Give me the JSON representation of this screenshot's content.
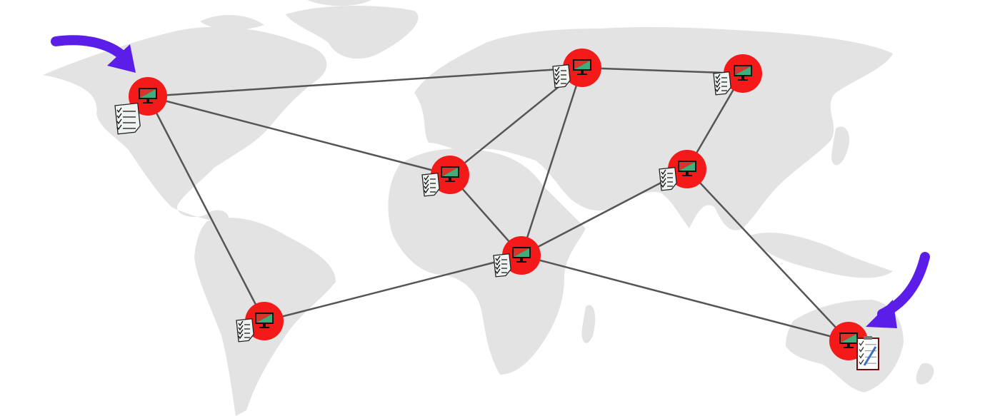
{
  "colors": {
    "map": "#e3e3e3",
    "node": "#f51a1a",
    "edge": "#555555",
    "arrow": "#5b1ee8",
    "screen_red": "#d9342b",
    "screen_green": "#3fae7a"
  },
  "nodes": [
    {
      "id": "north-america",
      "doc": "checklist-large"
    },
    {
      "id": "europe",
      "doc": "checklist"
    },
    {
      "id": "russia",
      "doc": "checklist"
    },
    {
      "id": "north-africa",
      "doc": "checklist"
    },
    {
      "id": "india",
      "doc": "checklist"
    },
    {
      "id": "central-africa",
      "doc": "checklist"
    },
    {
      "id": "south-america",
      "doc": "checklist"
    },
    {
      "id": "australia",
      "doc": "clipboard-checklist"
    }
  ],
  "edges": [
    [
      "north-america",
      "europe"
    ],
    [
      "north-america",
      "north-africa"
    ],
    [
      "north-america",
      "south-america"
    ],
    [
      "europe",
      "russia"
    ],
    [
      "europe",
      "north-africa"
    ],
    [
      "europe",
      "central-africa"
    ],
    [
      "russia",
      "india"
    ],
    [
      "north-africa",
      "central-africa"
    ],
    [
      "india",
      "central-africa"
    ],
    [
      "india",
      "australia"
    ],
    [
      "central-africa",
      "south-america"
    ],
    [
      "central-africa",
      "australia"
    ]
  ],
  "highlight_arrows": [
    "north-america",
    "australia"
  ]
}
